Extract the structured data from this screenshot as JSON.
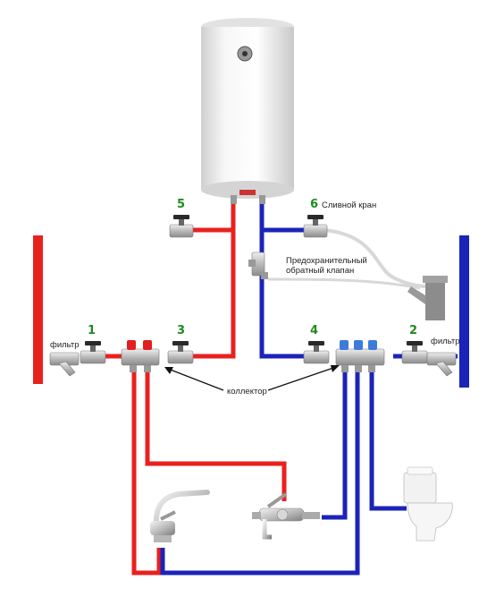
{
  "labels": {
    "filter_left": "фильтр",
    "filter_right": "фильтр",
    "drain_valve": "Сливной кран",
    "safety_valve_line1": "Предохранительный",
    "safety_valve_line2": "обратный клапан",
    "collector": "коллектор"
  },
  "valve_numbers": {
    "v1": "1",
    "v2": "2",
    "v3": "3",
    "v4": "4",
    "v5": "5",
    "v6": "6"
  },
  "colors": {
    "hot_pipe": "#e8211e",
    "cold_pipe": "#1b23b8",
    "number_green": "#1f8a1f",
    "drain_hose": "#d8d8d8"
  },
  "icons": {
    "heater": "water-heater-icon",
    "faucet": "kitchen-faucet-icon",
    "mixer": "bath-mixer-icon",
    "toilet": "toilet-icon",
    "sewer": "sewer-tee-icon"
  }
}
